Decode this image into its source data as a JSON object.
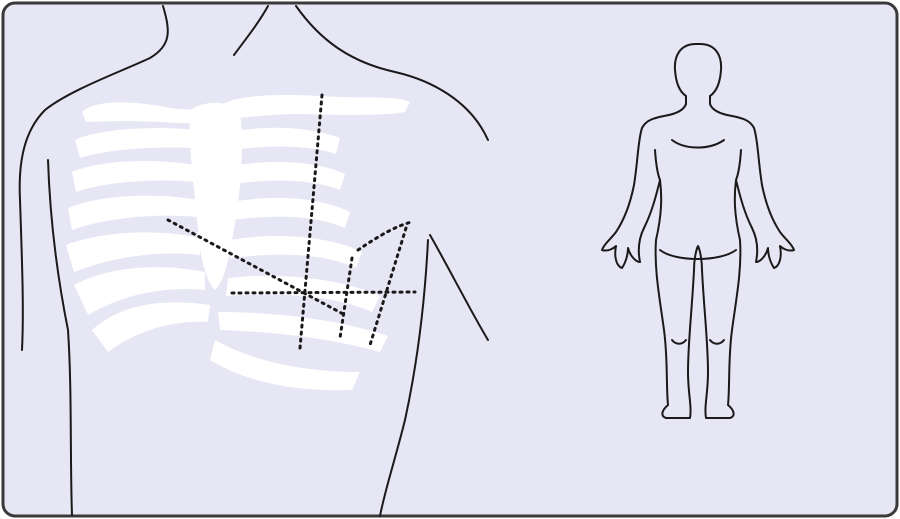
{
  "diagram": {
    "panel_background": "#e6e6f5",
    "panel_border": "#3a3a3a",
    "line_color": "#1a1a1a",
    "rib_fill": "#ffffff",
    "figures": {
      "left": "chest-ribcage-closeup",
      "right": "full-body-front-outline"
    },
    "guide_lines": {
      "style": "dotted",
      "count": 6
    }
  }
}
